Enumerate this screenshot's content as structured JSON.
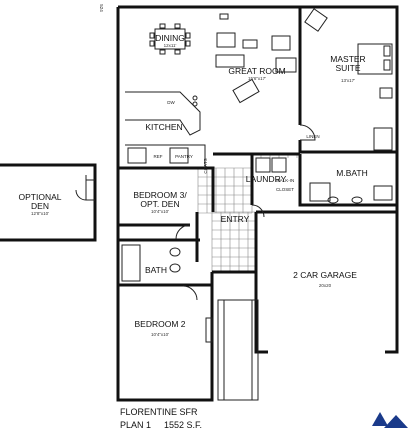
{
  "plan": {
    "code": "524",
    "title": "FLORENTINE SFR",
    "plan_label": "PLAN 1",
    "area": "1552 S.F."
  },
  "rooms": {
    "dining": {
      "name": "DINING",
      "dims": "12x11'"
    },
    "great_room": {
      "name": "GREAT ROOM",
      "dims": "15'6\"x17'"
    },
    "master_suite": {
      "name": "MASTER SUITE",
      "dims": "13'x17'"
    },
    "kitchen": {
      "name": "KITCHEN"
    },
    "pantry": {
      "name": "PANTRY"
    },
    "laundry": {
      "name": "LAUNDRY"
    },
    "m_bath": {
      "name": "M.BATH"
    },
    "walk_in_closet": {
      "name": "WALK-IN CLOSET"
    },
    "linen": {
      "name": "LINEN"
    },
    "coats": {
      "name": "COATS"
    },
    "bedroom3": {
      "name": "BEDROOM 3/ OPT. DEN",
      "dims": "10'4\"x10'"
    },
    "bath": {
      "name": "BATH"
    },
    "bedroom2": {
      "name": "BEDROOM 2",
      "dims": "10'4\"x10'"
    },
    "entry": {
      "name": "ENTRY"
    },
    "garage": {
      "name": "2 CAR GARAGE",
      "dims": "20x20"
    },
    "optional_den": {
      "name": "OPTIONAL DEN",
      "dims": "12'8\"x10'"
    }
  },
  "appliances": {
    "dw": "DW",
    "ref": "REF"
  }
}
